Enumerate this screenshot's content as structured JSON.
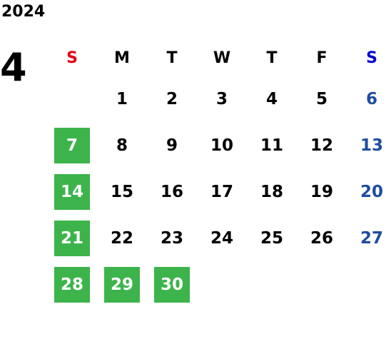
{
  "year": "2024",
  "month": "4",
  "colors": {
    "weekday": "#000000",
    "sunday_header": "#e60012",
    "saturday_header": "#0000cc",
    "saturday_date": "#1e4d9e",
    "highlight_bg": "#3cb44b",
    "highlight_text": "#ffffff"
  },
  "weekdays": [
    "S",
    "M",
    "T",
    "W",
    "T",
    "F",
    "S"
  ],
  "weeks": [
    [
      {
        "d": ""
      },
      {
        "d": "1"
      },
      {
        "d": "2"
      },
      {
        "d": "3"
      },
      {
        "d": "4"
      },
      {
        "d": "5"
      },
      {
        "d": "6"
      }
    ],
    [
      {
        "d": "7",
        "hl": true
      },
      {
        "d": "8"
      },
      {
        "d": "9"
      },
      {
        "d": "10"
      },
      {
        "d": "11"
      },
      {
        "d": "12"
      },
      {
        "d": "13"
      }
    ],
    [
      {
        "d": "14",
        "hl": true
      },
      {
        "d": "15"
      },
      {
        "d": "16"
      },
      {
        "d": "17"
      },
      {
        "d": "18"
      },
      {
        "d": "19"
      },
      {
        "d": "20"
      }
    ],
    [
      {
        "d": "21",
        "hl": true
      },
      {
        "d": "22"
      },
      {
        "d": "23"
      },
      {
        "d": "24"
      },
      {
        "d": "25"
      },
      {
        "d": "26"
      },
      {
        "d": "27"
      }
    ],
    [
      {
        "d": "28",
        "hl": true
      },
      {
        "d": "29",
        "hl": true
      },
      {
        "d": "30",
        "hl": true
      },
      {
        "d": ""
      },
      {
        "d": ""
      },
      {
        "d": ""
      },
      {
        "d": ""
      }
    ]
  ]
}
